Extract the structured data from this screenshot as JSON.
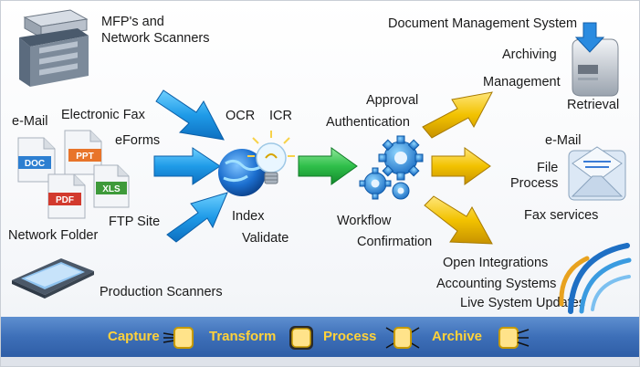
{
  "sources": {
    "mfp": {
      "line1": "MFP's and",
      "line2": "Network Scanners"
    },
    "email": "e-Mail",
    "electronic_fax": "Electronic Fax",
    "eforms": "eForms",
    "ftp_site": "FTP Site",
    "network_folder": "Network Folder",
    "production_scanners": "Production Scanners",
    "doc_types": [
      "DOC",
      "PPT",
      "XLS",
      "PDF"
    ]
  },
  "capture_steps": {
    "ocr": "OCR",
    "icr": "ICR",
    "index": "Index",
    "validate": "Validate"
  },
  "process_steps": {
    "approval": "Approval",
    "authentication": "Authentication",
    "workflow": "Workflow",
    "confirmation": "Confirmation"
  },
  "archive": {
    "dms": "Document Management System",
    "archiving": "Archiving",
    "management": "Management",
    "retrieval": "Retrieval",
    "email": "e-Mail",
    "file": "File",
    "process": "Process",
    "fax_services": "Fax services",
    "open_integrations": "Open Integrations",
    "accounting_systems": "Accounting Systems",
    "live_system_updates": "Live System Updates"
  },
  "stages": [
    "Capture",
    "Transform",
    "Process",
    "Archive"
  ],
  "colors": {
    "blue_arrow": "#1f9be8",
    "green_arrow": "#2fbf4a",
    "gold_arrow": "#f2c200",
    "bar": "#3d6fb8",
    "bar_text": "#ffd23a"
  }
}
